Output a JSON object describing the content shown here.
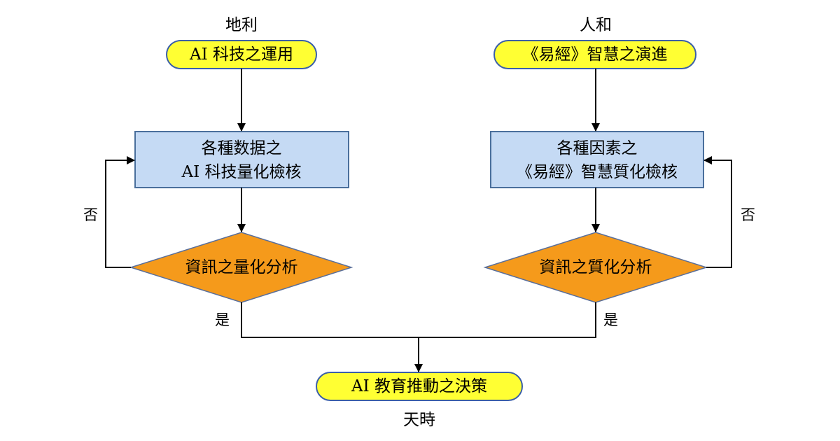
{
  "left_branch": {
    "header": "地利",
    "start": "AI 科技之運用",
    "process_line1": "各種数据之",
    "process_line2": "AI 科技量化檢核",
    "decision": "資訊之量化分析",
    "no_label": "否",
    "yes_label": "是"
  },
  "right_branch": {
    "header": "人和",
    "start": "《易經》智慧之演進",
    "process_line1": "各種因素之",
    "process_line2": "《易經》智慧質化檢核",
    "decision": "資訊之質化分析",
    "no_label": "否",
    "yes_label": "是"
  },
  "end": {
    "label": "AI 教育推動之決策",
    "footer": "天時"
  },
  "colors": {
    "terminal_fill": "#ffff33",
    "terminal_stroke": "#3b5fa8",
    "process_fill": "#c5daf4",
    "process_stroke": "#4a6f9c",
    "decision_fill": "#f59a1b",
    "decision_stroke": "#5a6f9a",
    "connector": "#000000"
  }
}
